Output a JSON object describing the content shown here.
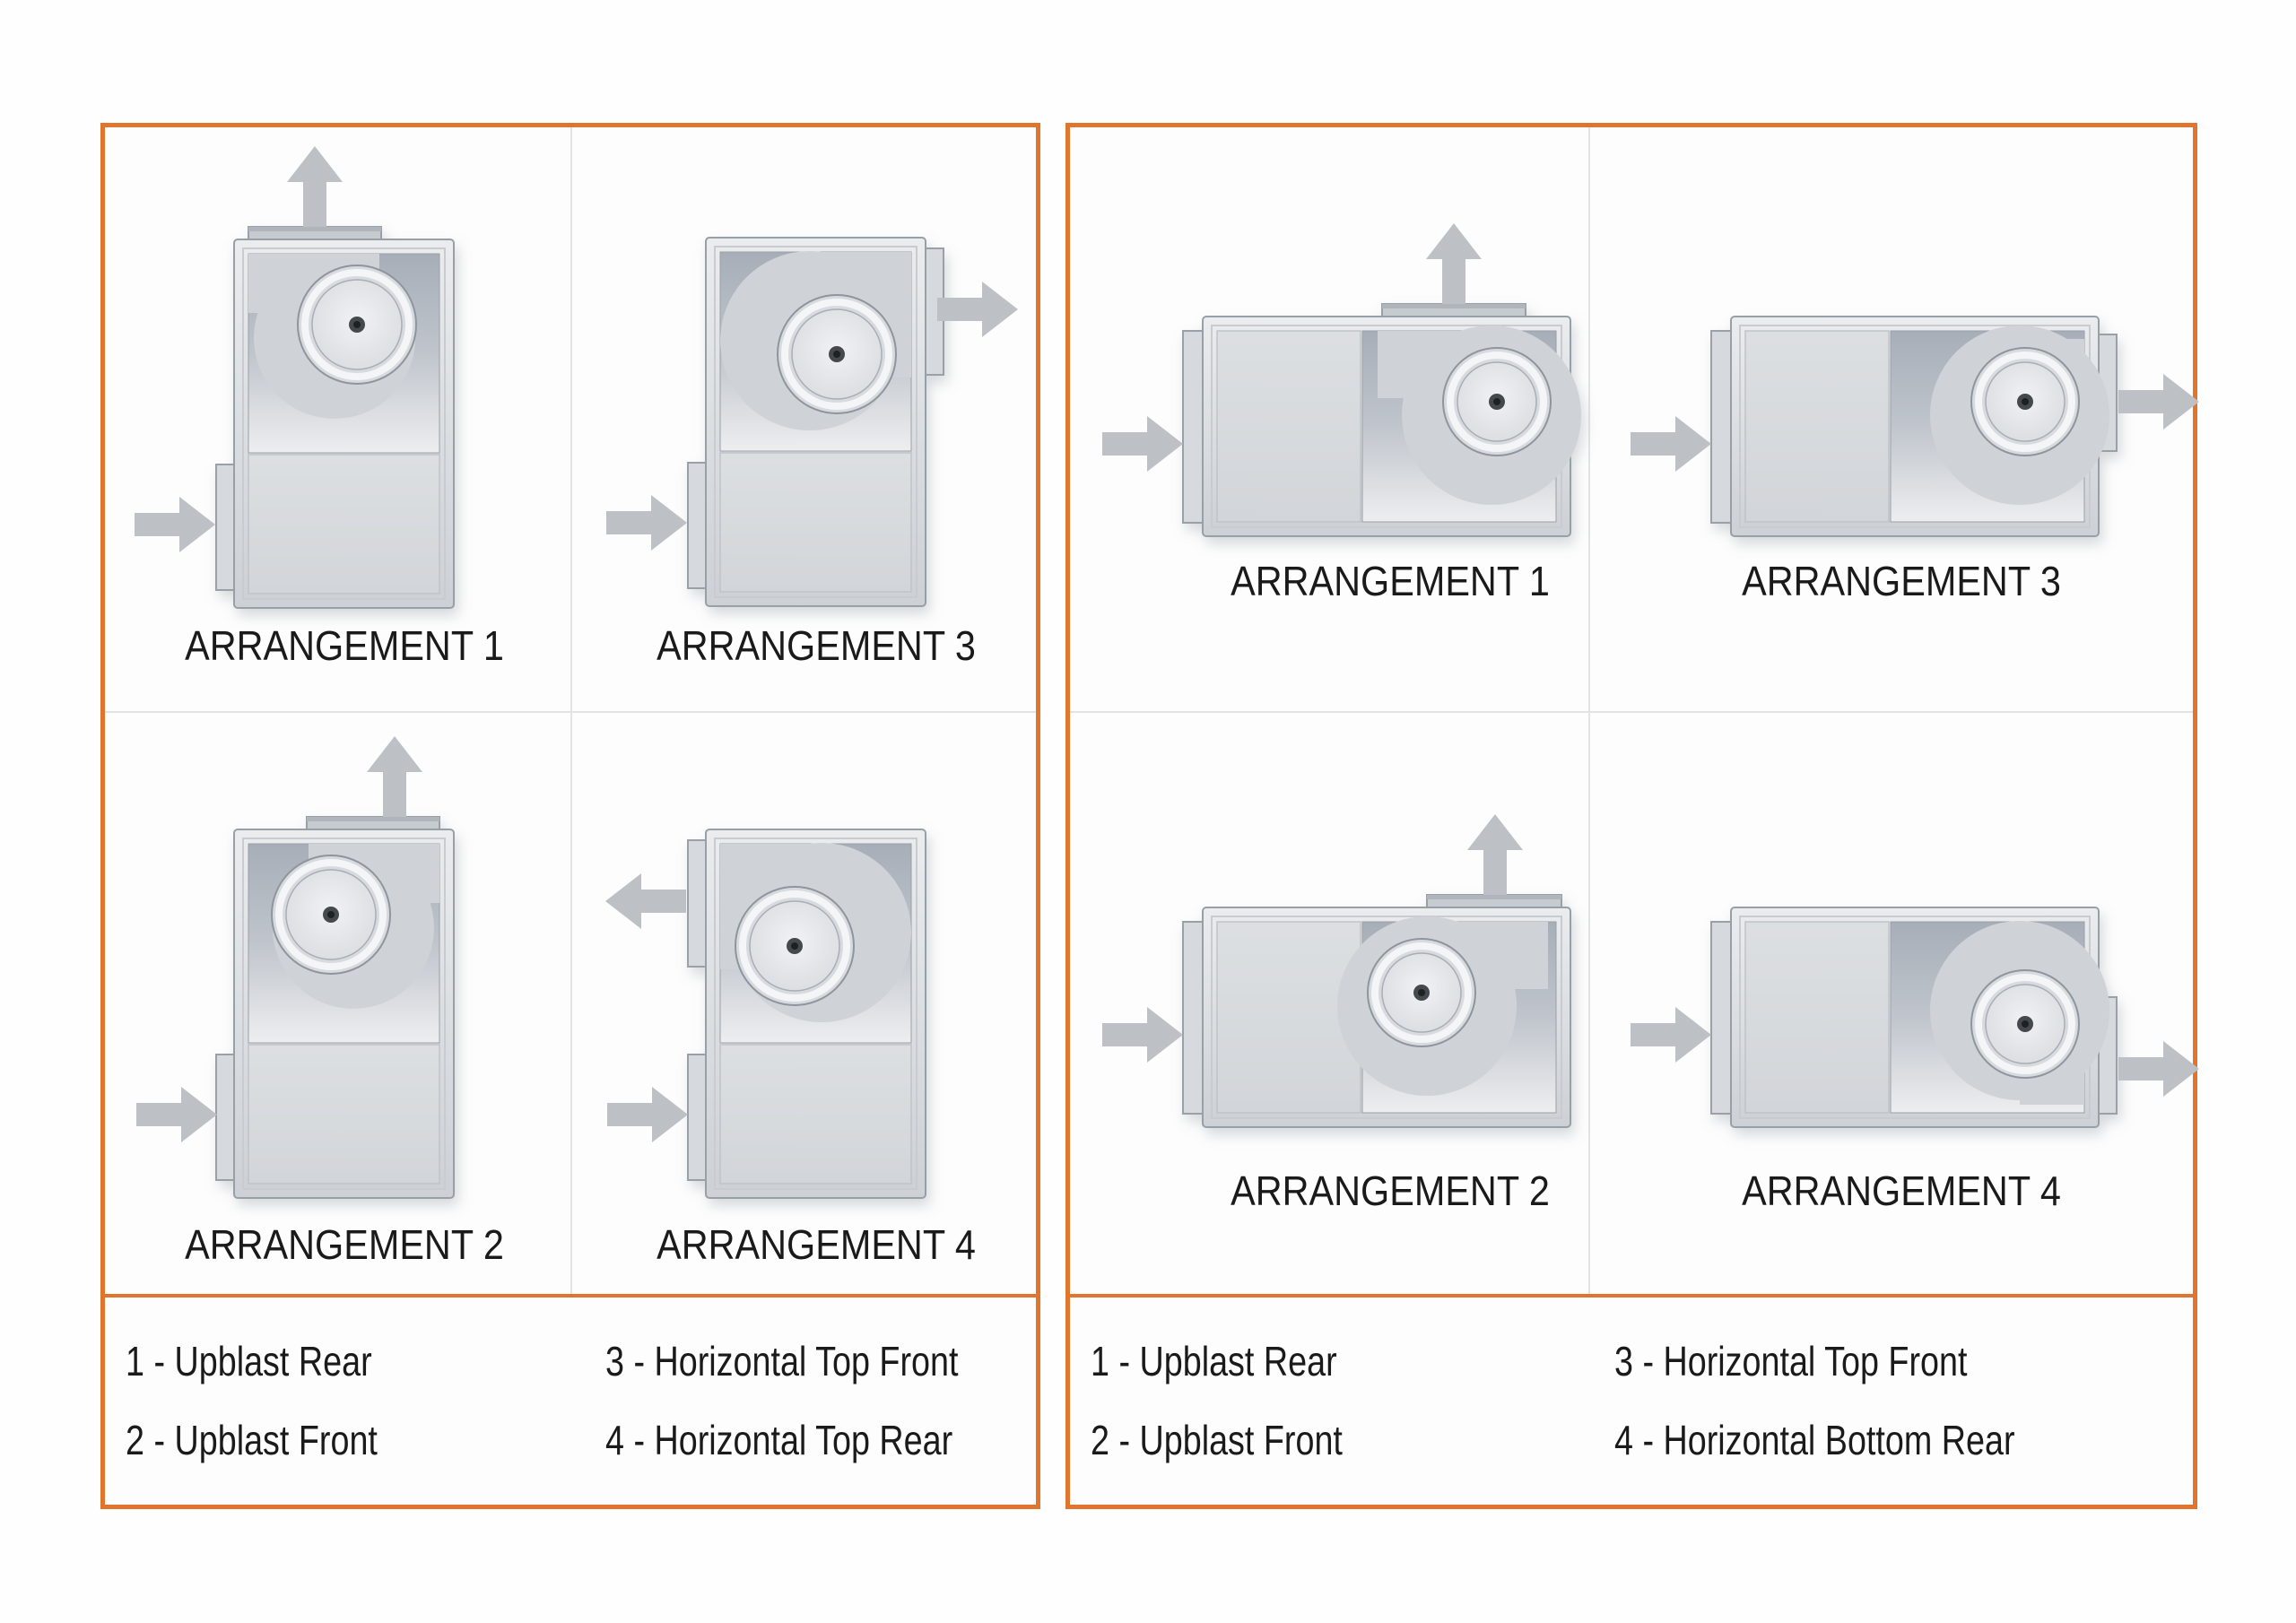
{
  "colors": {
    "accent_orange": "#E0752E",
    "arrow_gray": "#BDC1C5",
    "text": "#1A1A1A",
    "divider_gray": "#E2E3E4"
  },
  "panels": [
    {
      "id": "left-vertical-units",
      "cells": [
        {
          "label": "ARRANGEMENT 1"
        },
        {
          "label": "ARRANGEMENT 3"
        },
        {
          "label": "ARRANGEMENT 2"
        },
        {
          "label": "ARRANGEMENT 4"
        }
      ],
      "legend": [
        "1 - Upblast Rear",
        "2 - Upblast Front",
        "3 - Horizontal Top Front",
        "4 - Horizontal Top Rear"
      ]
    },
    {
      "id": "right-horizontal-units",
      "cells": [
        {
          "label": "ARRANGEMENT 1"
        },
        {
          "label": "ARRANGEMENT 3"
        },
        {
          "label": "ARRANGEMENT 2"
        },
        {
          "label": "ARRANGEMENT 4"
        }
      ],
      "legend": [
        "1 - Upblast Rear",
        "2 - Upblast Front",
        "3 - Horizontal Top Front",
        "4 - Horizontal Bottom Rear"
      ]
    }
  ]
}
